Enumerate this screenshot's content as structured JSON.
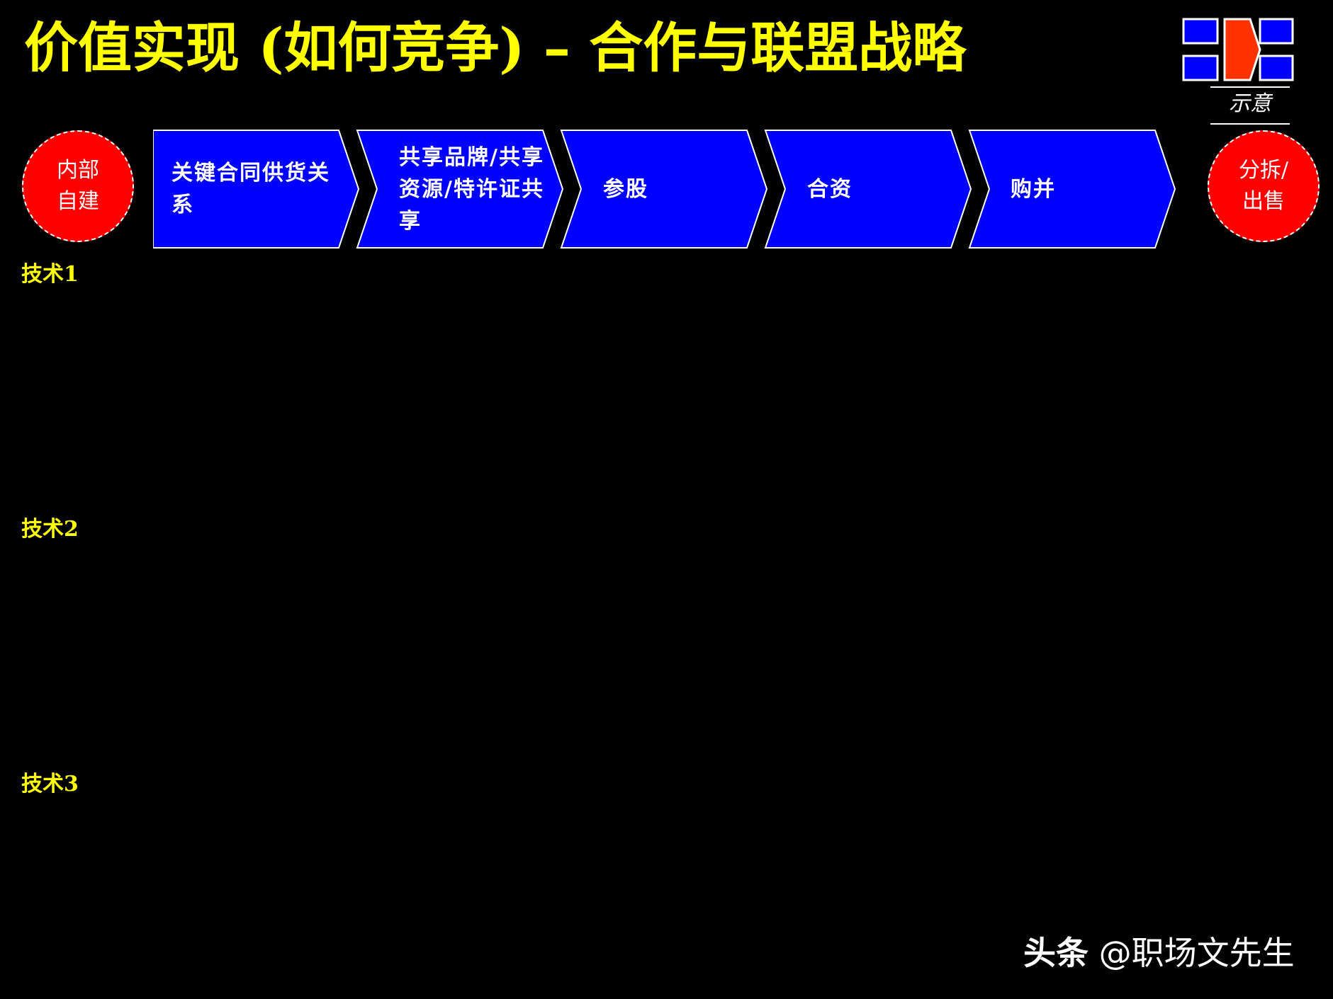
{
  "title": "价值实现 (如何竞争) – 合作与联盟战略",
  "badge_label": "示意",
  "left_node": {
    "label": "内部\n自建"
  },
  "right_node": {
    "label": "分拆/\n出售"
  },
  "steps": [
    {
      "label": "关键合同供货关系"
    },
    {
      "label": "共享品牌/共享资源/特许证共享"
    },
    {
      "label": "参股"
    },
    {
      "label": "合资"
    },
    {
      "label": "购并"
    }
  ],
  "rows": [
    {
      "label": "技术1"
    },
    {
      "label": "技术2"
    },
    {
      "label": "技术3"
    }
  ],
  "watermark": {
    "brand": "头条",
    "handle": "@职场文先生"
  },
  "colors": {
    "background": "#000000",
    "title": "#FFFF00",
    "row_label": "#FFFF00",
    "chevron_fill": "#0000FF",
    "circle_fill": "#FF0000",
    "text_white": "#FFFFFF",
    "logo_accent": "#FF3300"
  }
}
